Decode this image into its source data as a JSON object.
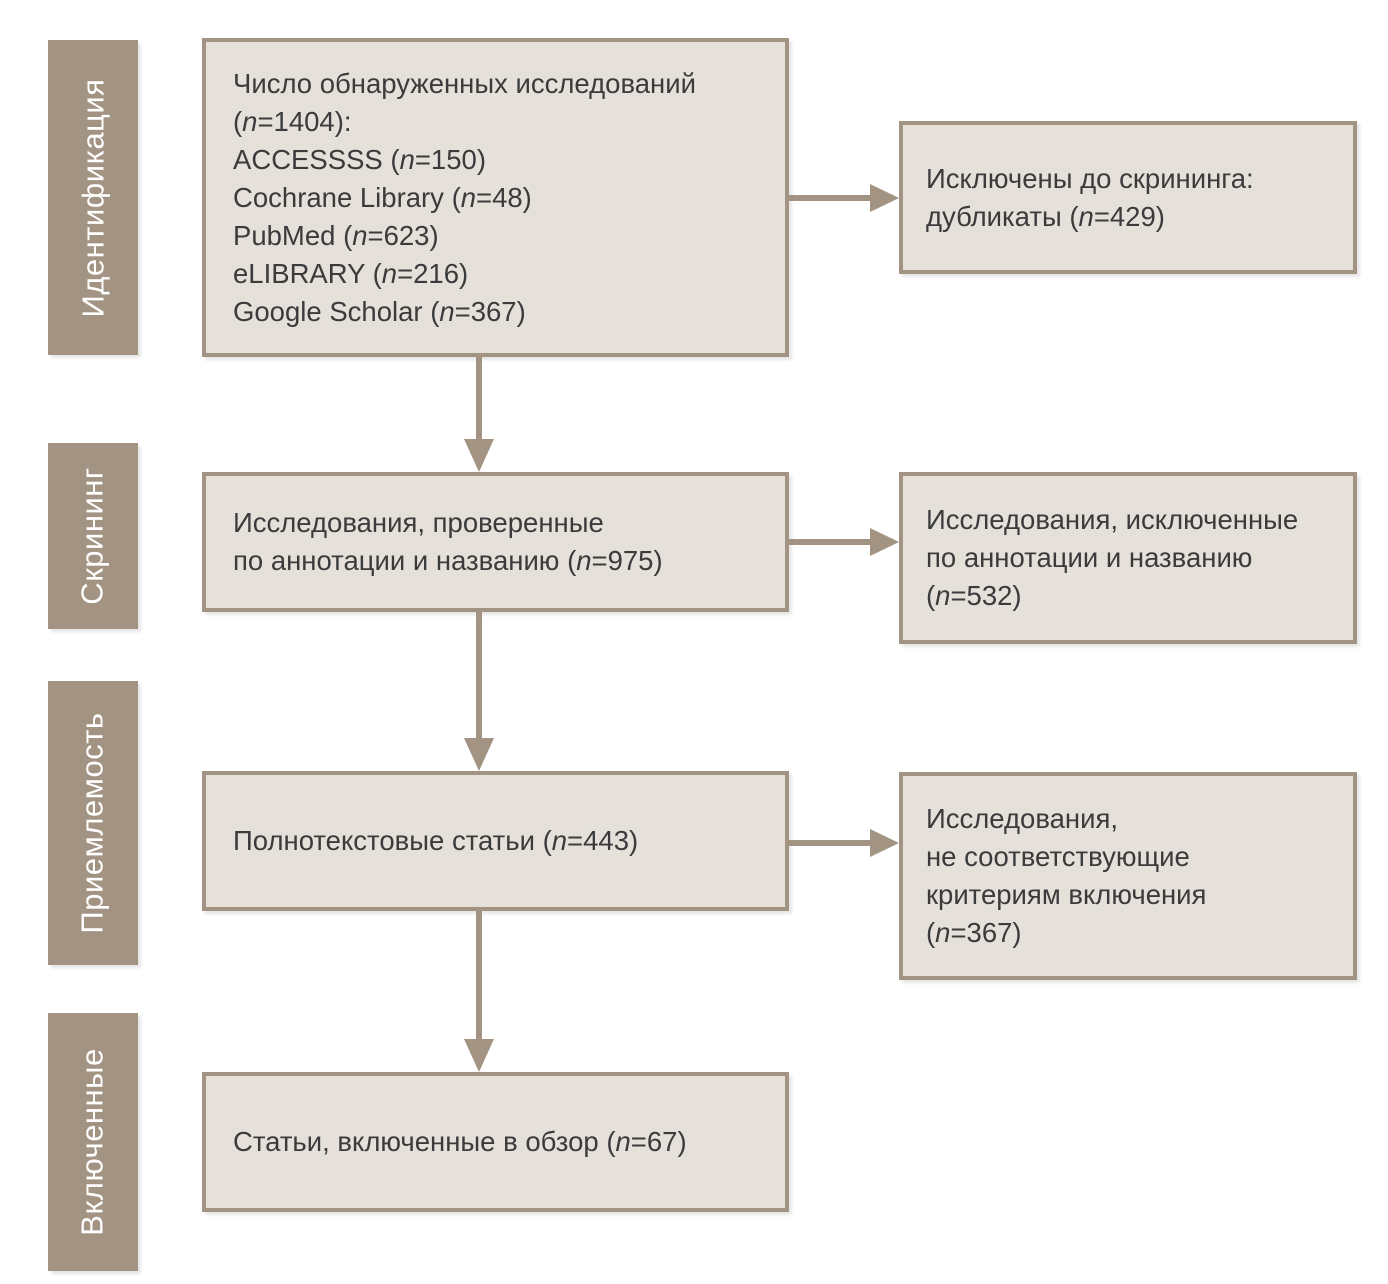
{
  "colors": {
    "accent": "#a29382",
    "box_fill": "#e5e1da",
    "text": "#3b3b3b",
    "stage_text": "#ffffff"
  },
  "stages": [
    {
      "label": "Идентификация"
    },
    {
      "label": "Скрининг"
    },
    {
      "label": "Приемлемость"
    },
    {
      "label": "Включенные"
    }
  ],
  "main_boxes": [
    {
      "lines": [
        "Число обнаруженных исследований",
        "(n=1404):",
        "ACCESSSS (n=150)",
        "Cochrane Library (n=48)",
        "PubMed (n=623)",
        "eLIBRARY (n=216)",
        "Google Scholar (n=367)"
      ]
    },
    {
      "lines": [
        "Исследования, проверенные",
        "по аннотации и названию (n=975)"
      ]
    },
    {
      "lines": [
        "Полнотекстовые статьи (n=443)"
      ]
    },
    {
      "lines": [
        "Статьи, включенные в обзор (n=67)"
      ]
    }
  ],
  "excluded_boxes": [
    {
      "lines": [
        "Исключены до скрининга:",
        "дубликаты (n=429)"
      ]
    },
    {
      "lines": [
        "Исследования, исключенные",
        "по аннотации и названию",
        "(n=532)"
      ]
    },
    {
      "lines": [
        "Исследования,",
        "не соответствующие",
        "критериям включения",
        "(n=367)"
      ]
    }
  ]
}
